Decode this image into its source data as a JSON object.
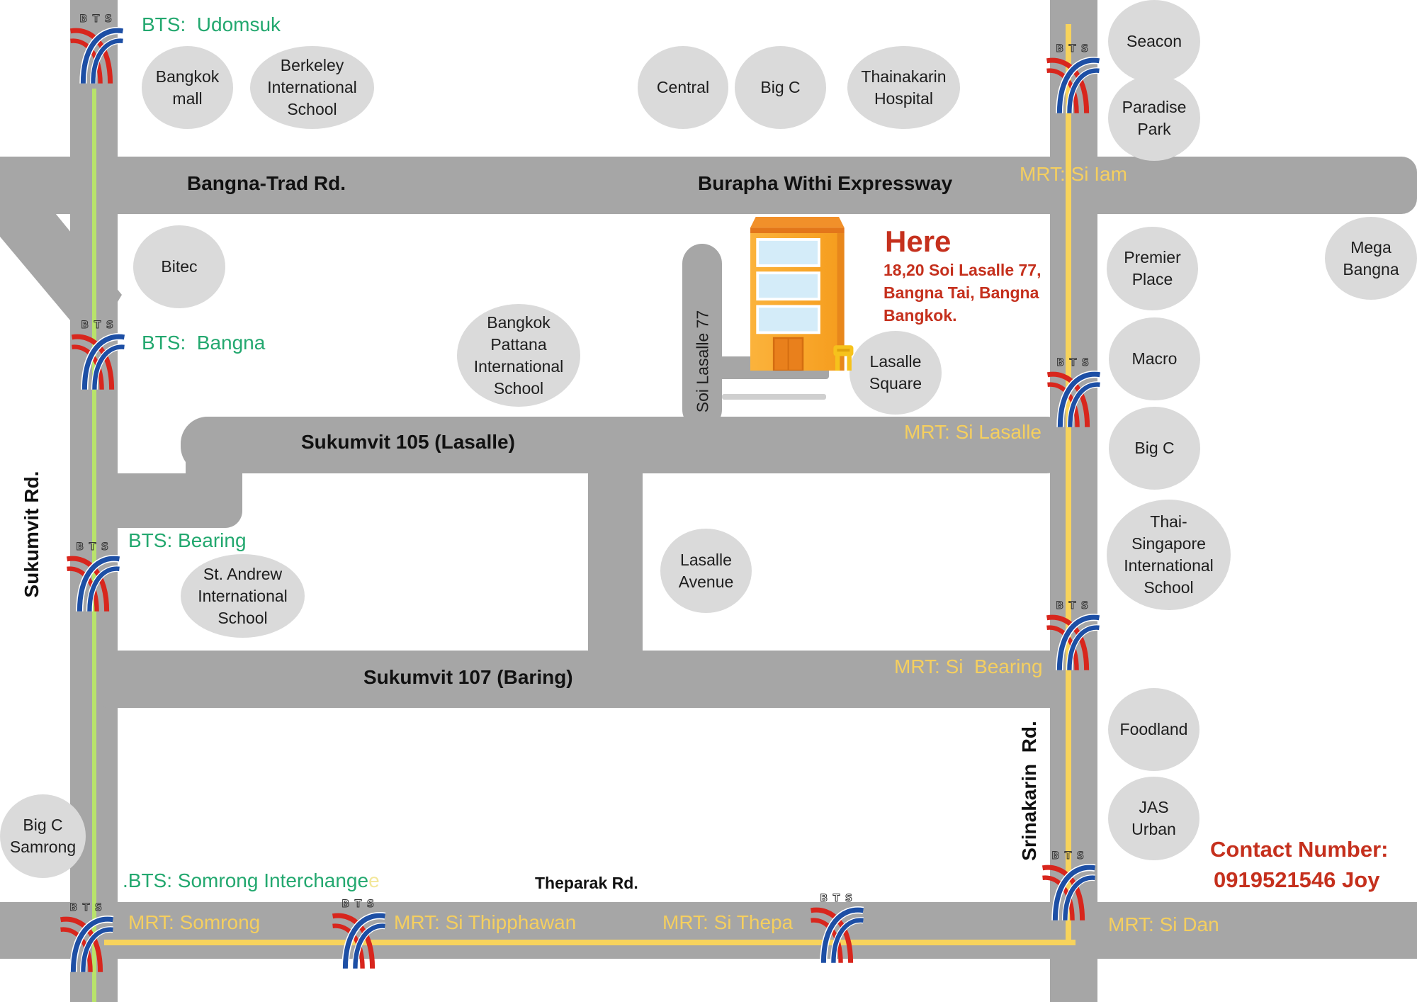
{
  "map": {
    "roads": {
      "bangna_trad": "Bangna-Trad Rd.",
      "burapha_withi": "Burapha Withi Expressway",
      "sukumvit": "Sukumvit Rd.",
      "sukumvit_105": "Sukumvit 105 (Lasalle)",
      "sukumvit_107": "Sukumvit 107 (Baring)",
      "srinakarin": "Srinakarin  Rd.",
      "theparak": "Theparak Rd.",
      "soi_lasalle_77": "Soi Lasalle 77"
    },
    "bts_stations": [
      {
        "label": "BTS:  Udomsuk"
      },
      {
        "label": "BTS:  Bangna"
      },
      {
        "label": "BTS: Bearing"
      },
      {
        "prefix": ".",
        "label": "BTS: Somrong Interchange",
        "suffix": "e"
      }
    ],
    "mrt_stations": [
      {
        "label": "MRT: Si Iam"
      },
      {
        "label": "MRT: Si Lasalle"
      },
      {
        "label": "MRT: Si  Bearing"
      },
      {
        "label": "MRT: Somrong"
      },
      {
        "label": "MRT: Si Thipphawan"
      },
      {
        "label": "MRT: Si Thepa"
      },
      {
        "label": "MRT: Si Dan"
      }
    ],
    "places": [
      {
        "lines": [
          "Bangkok",
          "mall"
        ]
      },
      {
        "lines": [
          "Berkeley",
          "International",
          "School"
        ]
      },
      {
        "lines": [
          "Central"
        ]
      },
      {
        "lines": [
          "Big C"
        ]
      },
      {
        "lines": [
          "Thainakarin",
          "Hospital"
        ]
      },
      {
        "lines": [
          "Seacon"
        ]
      },
      {
        "lines": [
          "Paradise",
          "Park"
        ]
      },
      {
        "lines": [
          "Bitec"
        ]
      },
      {
        "lines": [
          "Bangkok",
          "Pattana",
          "International",
          "School"
        ]
      },
      {
        "lines": [
          "Lasalle",
          "Square"
        ]
      },
      {
        "lines": [
          "Premier",
          "Place"
        ]
      },
      {
        "lines": [
          "Mega",
          "Bangna"
        ]
      },
      {
        "lines": [
          "Macro"
        ]
      },
      {
        "lines": [
          "Big C"
        ]
      },
      {
        "lines": [
          "Thai-",
          "Singapore",
          "International",
          "School"
        ]
      },
      {
        "lines": [
          "St. Andrew",
          "International",
          "School"
        ]
      },
      {
        "lines": [
          "Lasalle",
          "Avenue"
        ]
      },
      {
        "lines": [
          "Foodland"
        ]
      },
      {
        "lines": [
          "JAS",
          "Urban"
        ]
      },
      {
        "lines": [
          "Big C",
          "Samrong"
        ]
      }
    ],
    "destination": {
      "title": "Here",
      "address_lines": [
        "18,20 Soi Lasalle 77,",
        "Bangna Tai, Bangna",
        "Bangkok."
      ]
    },
    "contact": {
      "label": "Contact Number:",
      "value": "0919521546 Joy"
    }
  },
  "colors": {
    "road": "#a6a6a6",
    "place": "#dadada",
    "bts_text": "#23a86f",
    "mrt_text": "#f5cf5f",
    "bts_line": "#b8e36b",
    "mrt_line": "#f7d35c",
    "destination_text": "#c5301d",
    "extra_letter": "#f3e79a",
    "logo_red": "#d8261d",
    "logo_blue": "#1d4fa5"
  },
  "icons": {
    "bts_logo": {
      "name": "bts-logo-icon",
      "text": "BTS"
    },
    "building": "building-icon",
    "sign": "sign-icon"
  }
}
